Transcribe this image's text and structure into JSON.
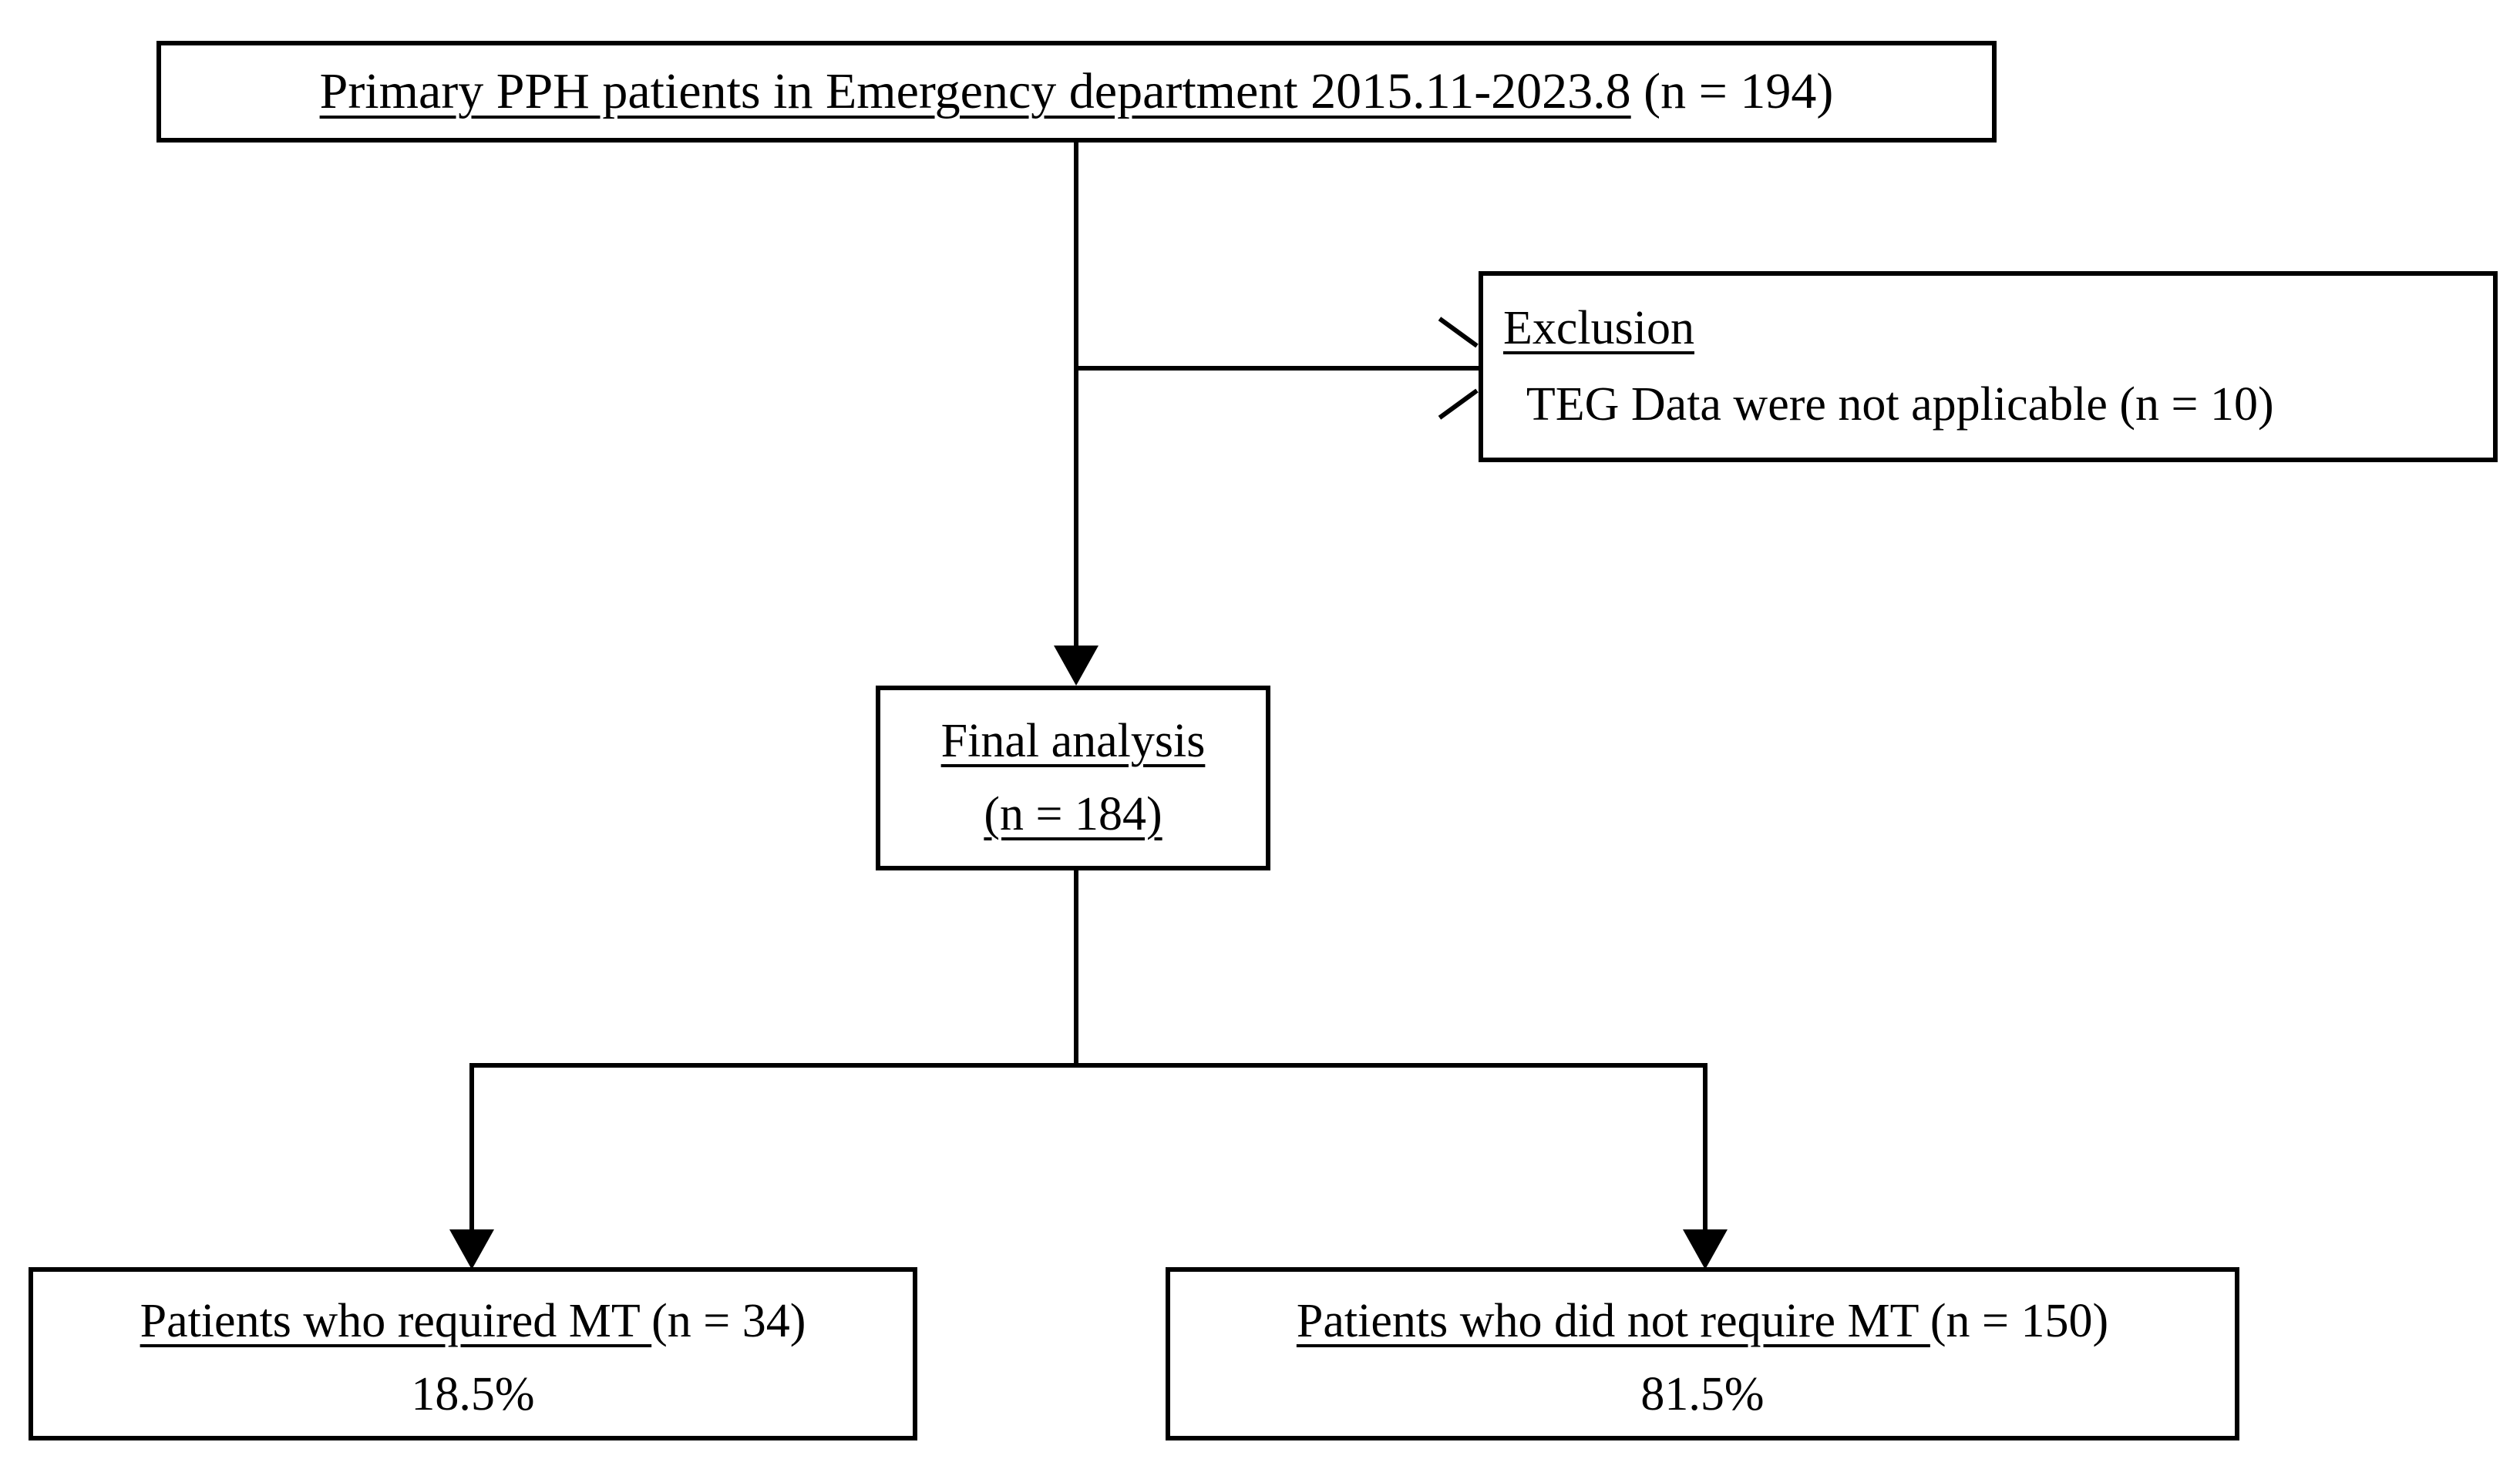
{
  "diagram": {
    "title": "Primary PPH study patient flow",
    "type": "flowchart",
    "colors": {
      "line": "#000000",
      "box_border": "#000000",
      "background": "#ffffff",
      "text": "#000000"
    }
  },
  "boxes": {
    "source": {
      "label_underlined": "Primary PPH patients in Emergency department 2015.11-2023.8",
      "label_plain": " (n = 194)",
      "count": 194
    },
    "exclusion": {
      "heading": "Exclusion",
      "reason": "  TEG Data were not applicable (n = 10)",
      "count": 10
    },
    "final_analysis": {
      "line1": "Final analysis",
      "line2": "(n = 184)",
      "count": 184
    },
    "mt_required": {
      "label_underlined": "Patients who required MT ",
      "label_plain": "(n = 34)",
      "percent": "18.5%",
      "count": 34
    },
    "mt_not_required": {
      "label_underlined": "Patients who did not require MT ",
      "label_plain": "(n = 150)",
      "percent": "81.5%",
      "count": 150
    }
  },
  "connectors": {
    "source_to_final": "vertical-arrow-down",
    "source_to_exclusion": "horizontal-arrow-right",
    "final_to_split": "vertical-line",
    "split_to_mt_required": "vertical-arrow-down",
    "split_to_mt_not_required": "vertical-arrow-down"
  }
}
